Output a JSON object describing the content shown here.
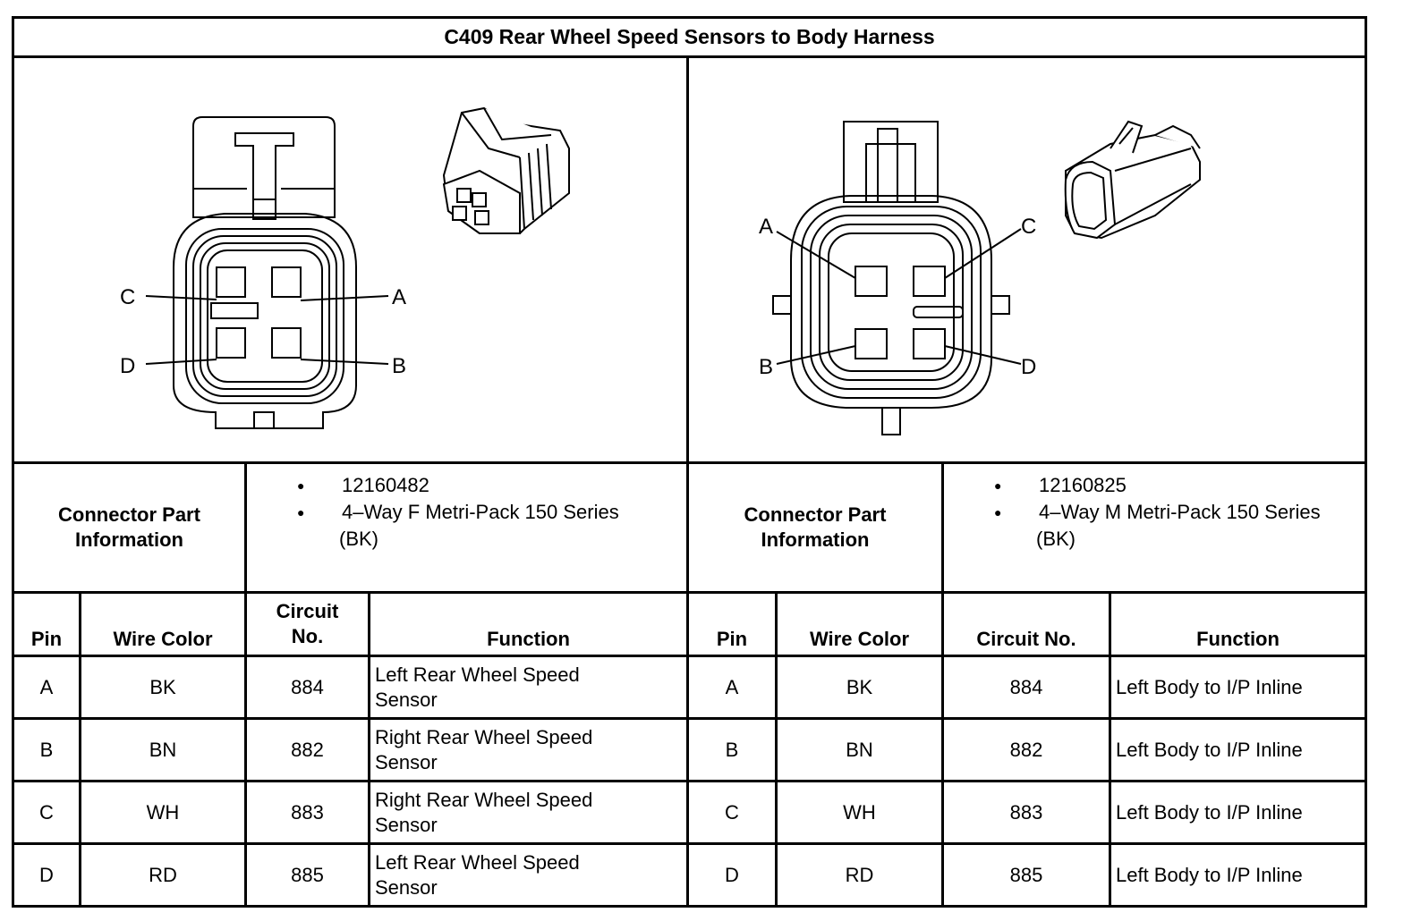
{
  "title": "C409 Rear Wheel Speed Sensors to Body Harness",
  "left": {
    "pin_labels": {
      "a": "A",
      "b": "B",
      "c": "C",
      "d": "D"
    },
    "info_header": "Connector Part Information",
    "part_number": "12160482",
    "description_line1": "4–Way F Metri-Pack 150 Series",
    "description_line2": "(BK)",
    "headers": {
      "pin": "Pin",
      "wire_color": "Wire Color",
      "circuit": "Circuit No.",
      "function": "Function"
    },
    "rows": [
      {
        "pin": "A",
        "color": "BK",
        "circuit": "884",
        "function": "Left Rear Wheel Speed Sensor"
      },
      {
        "pin": "B",
        "color": "BN",
        "circuit": "882",
        "function": "Right Rear Wheel Speed Sensor"
      },
      {
        "pin": "C",
        "color": "WH",
        "circuit": "883",
        "function": "Right Rear Wheel Speed Sensor"
      },
      {
        "pin": "D",
        "color": "RD",
        "circuit": "885",
        "function": "Left Rear Wheel Speed Sensor"
      }
    ]
  },
  "right": {
    "pin_labels": {
      "a": "A",
      "b": "B",
      "c": "C",
      "d": "D"
    },
    "info_header": "Connector Part Information",
    "part_number": "12160825",
    "description_line1": "4–Way M Metri-Pack 150 Series",
    "description_line2": "(BK)",
    "headers": {
      "pin": "Pin",
      "wire_color": "Wire Color",
      "circuit": "Circuit No.",
      "function": "Function"
    },
    "rows": [
      {
        "pin": "A",
        "color": "BK",
        "circuit": "884",
        "function": "Left Body to I/P Inline"
      },
      {
        "pin": "B",
        "color": "BN",
        "circuit": "882",
        "function": "Left Body to I/P Inline"
      },
      {
        "pin": "C",
        "color": "WH",
        "circuit": "883",
        "function": "Left Body to I/P Inline"
      },
      {
        "pin": "D",
        "color": "RD",
        "circuit": "885",
        "function": "Left Body to I/P Inline"
      }
    ]
  },
  "bullet_glyph": "●"
}
